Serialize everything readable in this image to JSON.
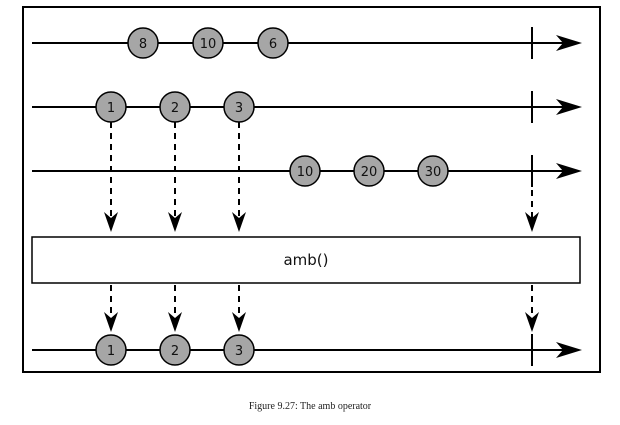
{
  "diagram": {
    "operator_label": "amb()",
    "input_streams": [
      {
        "marbles": [
          "8",
          "10",
          "6"
        ]
      },
      {
        "marbles": [
          "1",
          "2",
          "3"
        ]
      },
      {
        "marbles": [
          "10",
          "20",
          "30"
        ]
      }
    ],
    "output_stream": {
      "marbles": [
        "1",
        "2",
        "3"
      ]
    }
  },
  "caption": "Figure 9.27: The amb operator"
}
